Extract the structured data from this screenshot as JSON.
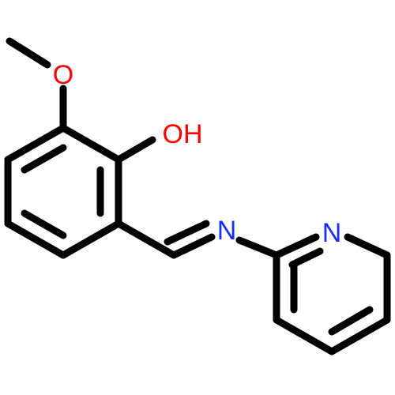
{
  "colors": {
    "bond": "#000000",
    "oxygen": "#ff0000",
    "nitrogen": "#1b2cff",
    "background": "#ffffff"
  },
  "atoms": {
    "methoxy_oxygen": {
      "symbol": "O",
      "color": "#ff0000"
    },
    "hydroxyl": {
      "symbol": "OH",
      "color": "#ff0000"
    },
    "imine_nitrogen": {
      "symbol": "N",
      "color": "#1b2cff"
    },
    "pyridine_nitrogen": {
      "symbol": "N",
      "color": "#1b2cff"
    }
  }
}
